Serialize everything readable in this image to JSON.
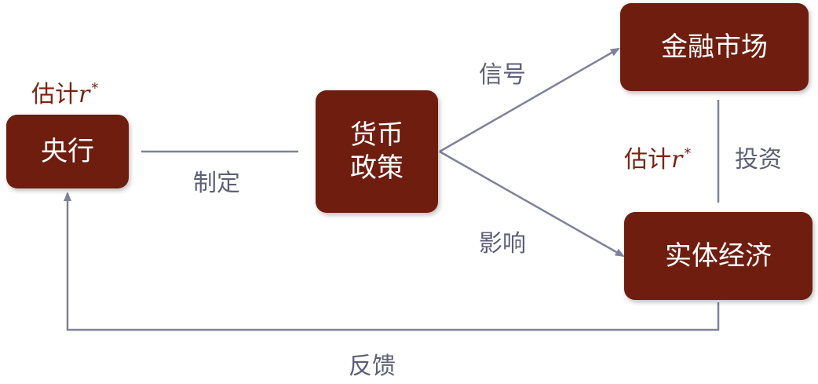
{
  "nodes": {
    "central_bank": "央行",
    "monetary_policy_line1": "货币",
    "monetary_policy_line2": "政策",
    "financial_market": "金融市场",
    "real_economy": "实体经济"
  },
  "edge_labels": {
    "formulate": "制定",
    "signal": "信号",
    "influence": "影响",
    "invest": "投资",
    "feedback": "反馈"
  },
  "estimates": {
    "prefix": "估计",
    "variable": "r",
    "superscript": "*"
  },
  "colors": {
    "box_fill": "#6f1d0f",
    "line": "#7e8299",
    "edge_label_text": "#5d6077",
    "estimate_text": "#7a2411"
  }
}
